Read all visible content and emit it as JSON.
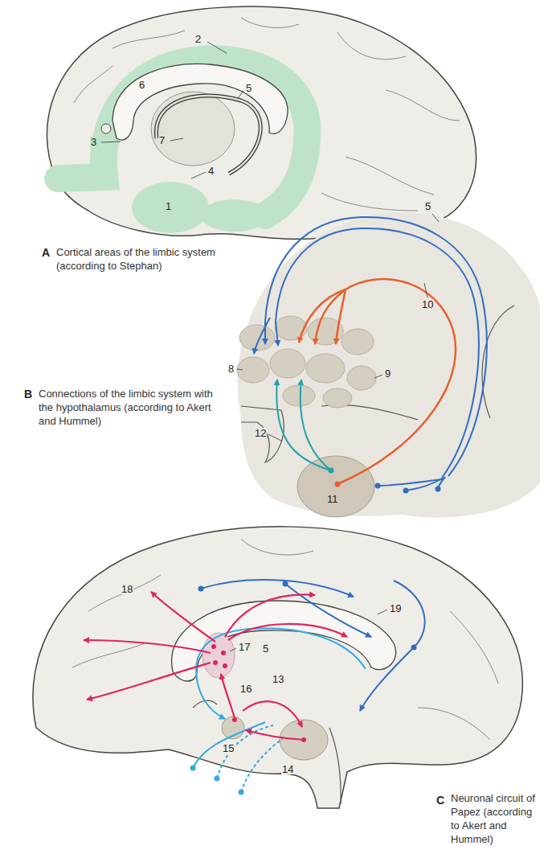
{
  "diagram": {
    "labels": [
      "1",
      "2",
      "3",
      "4",
      "5",
      "6",
      "7",
      "A",
      "Cortical areas of the limbic system (according to Stephan)",
      "5",
      "10",
      "8",
      "9",
      "B",
      "Connections of the limbic system with the hypothalamus (according to Akert and Hummel)",
      "12",
      "11",
      "18",
      "19",
      "17",
      "5",
      "16",
      "13",
      "15",
      "14",
      "C",
      "Neuronal circuit of Papez (according to Akert and Hummel)"
    ]
  }
}
